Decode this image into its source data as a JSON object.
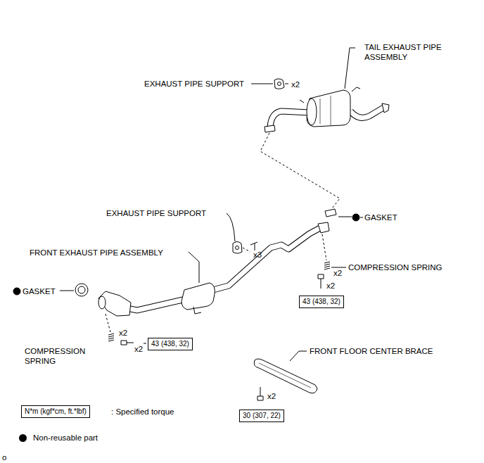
{
  "diagram": {
    "nodes": [
      {
        "text": [
          "43 (438, 32)"
        ]
      },
      {
        "text": [
          "43 (438, 32)"
        ]
      },
      {
        "text": [
          "N*m (kgf*cm, ft.*lbf)"
        ]
      },
      {
        "text": [
          "30 (307, 22)"
        ]
      }
    ],
    "labels": [
      "TAIL EXHAUST PIPE ASSEMBLY",
      "EXHAUST PIPE SUPPORT",
      "x2",
      "EXHAUST PIPE SUPPORT",
      "x3",
      "GASKET",
      "FRONT EXHAUST PIPE ASSEMBLY",
      "COMPRESSION SPRING",
      "x2",
      "x2",
      "GASKET",
      "x2",
      "x2",
      "COMPRESSION SPRING",
      "FRONT FLOOR CENTER BRACE",
      "x2",
      ": Specified torque",
      "o"
    ],
    "legend": [
      {
        "text": "Non-reusable part",
        "color": "#000000"
      }
    ]
  }
}
